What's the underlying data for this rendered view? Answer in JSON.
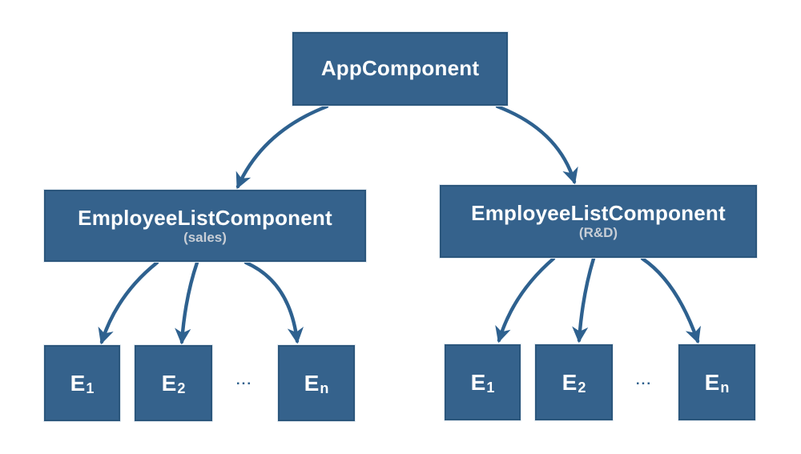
{
  "diagram": {
    "colors": {
      "background": "#ffffff",
      "node_fill": "#35628C",
      "node_border": "#2B567C",
      "arrow": "#2E618F",
      "title_text": "#FFFFFF",
      "subtitle_text": "#C8CED6",
      "ellipsis_text": "#2C5F8C"
    },
    "root": {
      "label": "AppComponent"
    },
    "groups": [
      {
        "label": "EmployeeListComponent",
        "sublabel": "(sales)",
        "ellipsis": "...",
        "children": [
          {
            "base": "E",
            "sub": "1"
          },
          {
            "base": "E",
            "sub": "2"
          },
          {
            "base": "E",
            "sub": "n"
          }
        ]
      },
      {
        "label": "EmployeeListComponent",
        "sublabel": "(R&D)",
        "ellipsis": "...",
        "children": [
          {
            "base": "E",
            "sub": "1"
          },
          {
            "base": "E",
            "sub": "2"
          },
          {
            "base": "E",
            "sub": "n"
          }
        ]
      }
    ]
  }
}
